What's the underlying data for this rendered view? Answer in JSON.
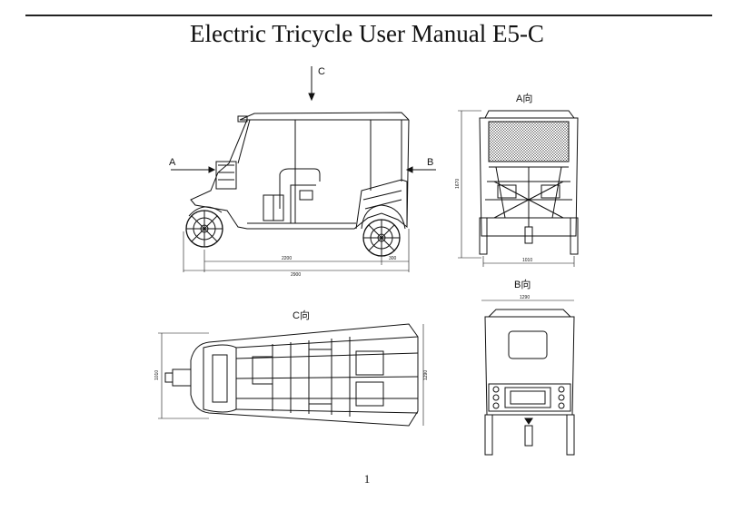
{
  "document": {
    "title": "Electric Tricycle User Manual E5-C",
    "page_number": "1"
  },
  "drawings": {
    "side_view": {
      "arrow_c_label": "C",
      "arrow_a_label": "A",
      "arrow_b_label": "B",
      "dim_wheelbase": "2200",
      "dim_rear_overhang": "300",
      "dim_total_length": "2900"
    },
    "front_view": {
      "label": "A向",
      "dim_height": "1670",
      "dim_width": "1010"
    },
    "top_view": {
      "label": "C向",
      "dim_front": "1010",
      "dim_rear": "1290"
    },
    "rear_view": {
      "label": "B向",
      "dim_width": "1290"
    }
  }
}
